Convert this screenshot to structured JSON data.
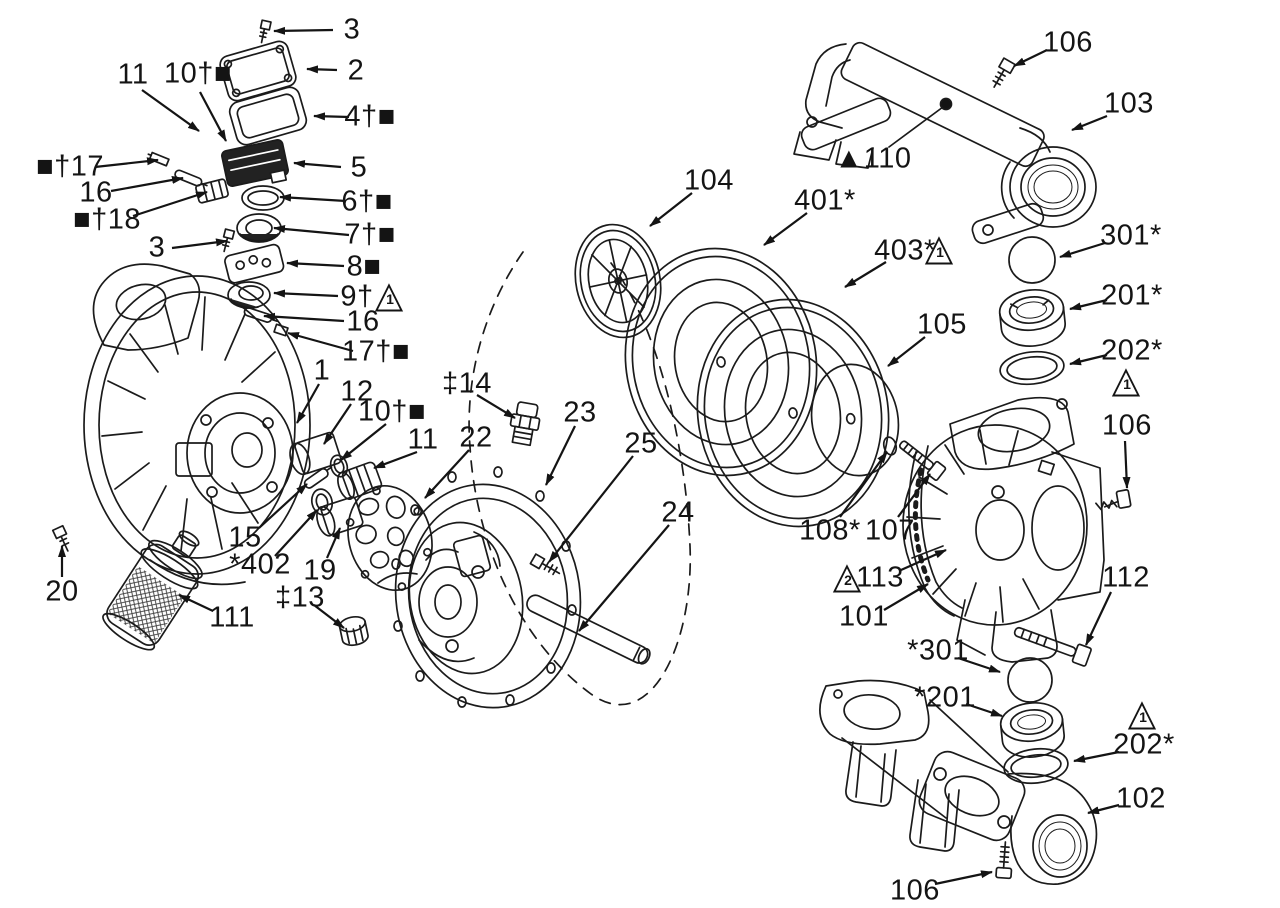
{
  "figure": {
    "kind": "exploded-parts-diagram",
    "subject": "air-operated double-diaphragm pump",
    "line_color": "#1b1b1b",
    "background": "#ffffff"
  },
  "callouts": [
    {
      "text": "3"
    },
    {
      "text": "2"
    },
    {
      "text": "11"
    },
    {
      "text": "10†■"
    },
    {
      "text": "4†■"
    },
    {
      "text": "■†17"
    },
    {
      "text": "5"
    },
    {
      "text": "16"
    },
    {
      "text": "6†■"
    },
    {
      "text": "■†18"
    },
    {
      "text": "7†■"
    },
    {
      "text": "3"
    },
    {
      "text": "8■"
    },
    {
      "text": "9†"
    },
    {
      "text": "16"
    },
    {
      "text": "17†■"
    },
    {
      "text": "1"
    },
    {
      "text": "12"
    },
    {
      "text": "10†■"
    },
    {
      "text": "11"
    },
    {
      "text": "‡14"
    },
    {
      "text": "23"
    },
    {
      "text": "22"
    },
    {
      "text": "25"
    },
    {
      "text": "24"
    },
    {
      "text": "15"
    },
    {
      "text": "*402"
    },
    {
      "text": "19"
    },
    {
      "text": "‡13"
    },
    {
      "text": "20"
    },
    {
      "text": "111"
    },
    {
      "text": "104"
    },
    {
      "text": "401*"
    },
    {
      "text": "▲110"
    },
    {
      "text": "403*"
    },
    {
      "text": "105"
    },
    {
      "text": "106"
    },
    {
      "text": "103"
    },
    {
      "text": "301*"
    },
    {
      "text": "201*"
    },
    {
      "text": "202*"
    },
    {
      "text": "106"
    },
    {
      "text": "108*"
    },
    {
      "text": "107"
    },
    {
      "text": "113"
    },
    {
      "text": "101"
    },
    {
      "text": "112"
    },
    {
      "text": "*301"
    },
    {
      "text": "*201"
    },
    {
      "text": "202*"
    },
    {
      "text": "102"
    },
    {
      "text": "106"
    }
  ],
  "triangles": [
    {
      "num": "1"
    },
    {
      "num": "1"
    },
    {
      "num": "1"
    },
    {
      "num": "2"
    },
    {
      "num": "1"
    }
  ]
}
